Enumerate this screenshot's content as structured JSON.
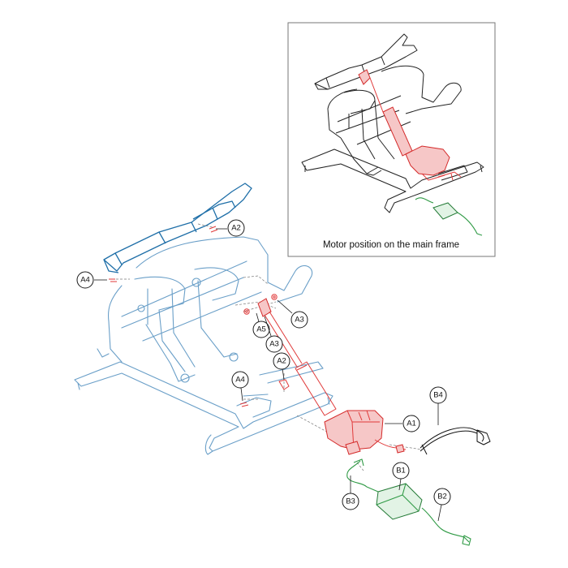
{
  "inset": {
    "caption": "Motor position on the main frame"
  },
  "callouts": [
    {
      "id": "A1",
      "label": "A1"
    },
    {
      "id": "A2",
      "label": "A2"
    },
    {
      "id": "A2b",
      "label": "A2"
    },
    {
      "id": "A3",
      "label": "A3"
    },
    {
      "id": "A3b",
      "label": "A3"
    },
    {
      "id": "A4",
      "label": "A4"
    },
    {
      "id": "A4b",
      "label": "A4"
    },
    {
      "id": "A5",
      "label": "A5"
    },
    {
      "id": "B1",
      "label": "B1"
    },
    {
      "id": "B2",
      "label": "B2"
    },
    {
      "id": "B3",
      "label": "B3"
    },
    {
      "id": "B4",
      "label": "B4"
    }
  ],
  "colors": {
    "frame": "#6a9fc8",
    "frame_highlight": "#1f6fa8",
    "actuator": "#e03a3a",
    "power_supply": "#2f9a45",
    "cable": "#111111"
  }
}
